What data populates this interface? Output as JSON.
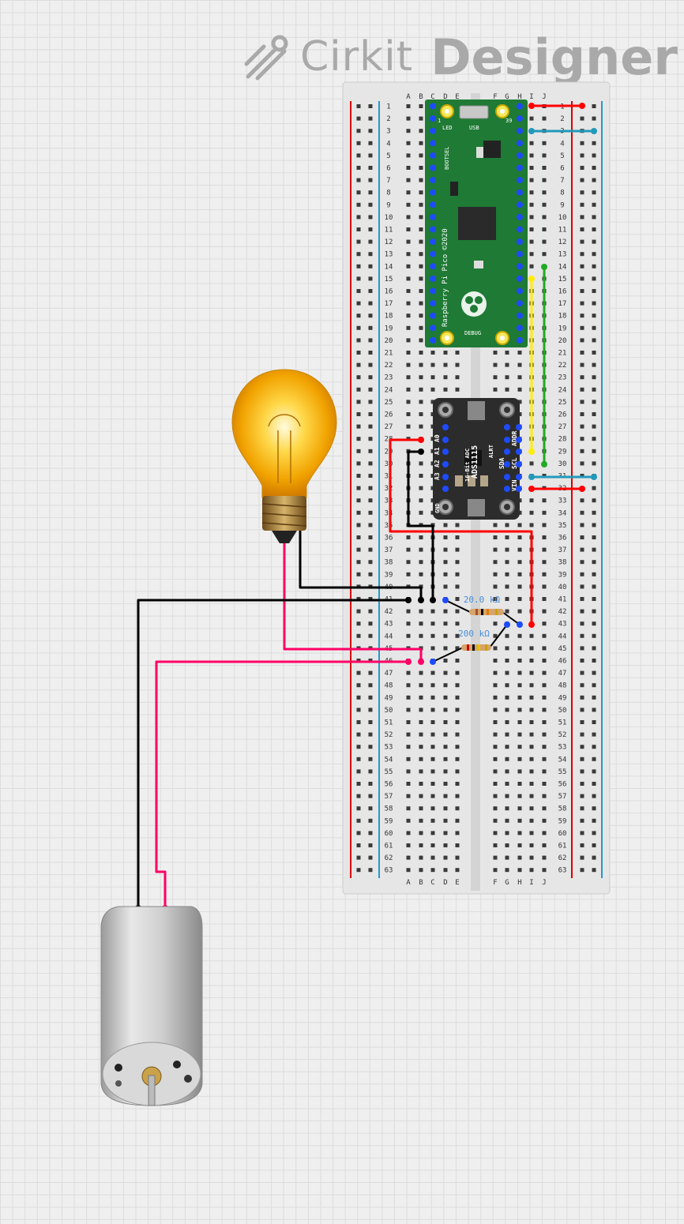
{
  "app": {
    "brand": "Cirkit",
    "product": "Designer"
  },
  "breadboard": {
    "columns_left": [
      "A",
      "B",
      "C",
      "D",
      "E"
    ],
    "columns_right": [
      "F",
      "G",
      "H",
      "I",
      "J"
    ],
    "rows": 63
  },
  "pico": {
    "label": "Raspberry Pi Pico ©2020",
    "pin_first": "1",
    "pin_last": "39",
    "led": "LED",
    "usb": "USB",
    "bootsel": "BOOTSEL",
    "debug": "DEBUG"
  },
  "adc": {
    "name": "ADS1115",
    "subname": "16-Bit ADC",
    "left_pins": [
      "A0",
      "A1",
      "A2",
      "A3"
    ],
    "right_pins": [
      "ADDR",
      "SCL",
      "SDA",
      "VIN"
    ],
    "gnd": "GND",
    "alrt": "ALRT"
  },
  "resistors": [
    {
      "label": "20.0 kΩ"
    },
    {
      "label": "200 kΩ"
    }
  ],
  "colors": {
    "wire_red": "#ff0000",
    "wire_pink": "#ff0066",
    "wire_black": "#000000",
    "wire_teal": "#2299bb",
    "wire_yellow": "#ffee00",
    "wire_green": "#22aa22",
    "rail_red": "#dd0000",
    "rail_blue": "#2299cc"
  }
}
